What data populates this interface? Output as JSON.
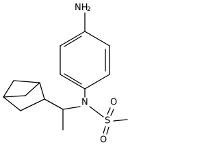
{
  "molecule": {
    "atoms": {
      "amine": {
        "element": "N",
        "hydrogens": "2"
      },
      "nitrogen": {
        "element": "N"
      },
      "sulfur": {
        "element": "S"
      },
      "oxygen_top": {
        "element": "O"
      },
      "oxygen_bottom": {
        "element": "O"
      }
    }
  },
  "colors": {
    "bond": "#000000",
    "text": "#000000",
    "background": "#ffffff"
  }
}
